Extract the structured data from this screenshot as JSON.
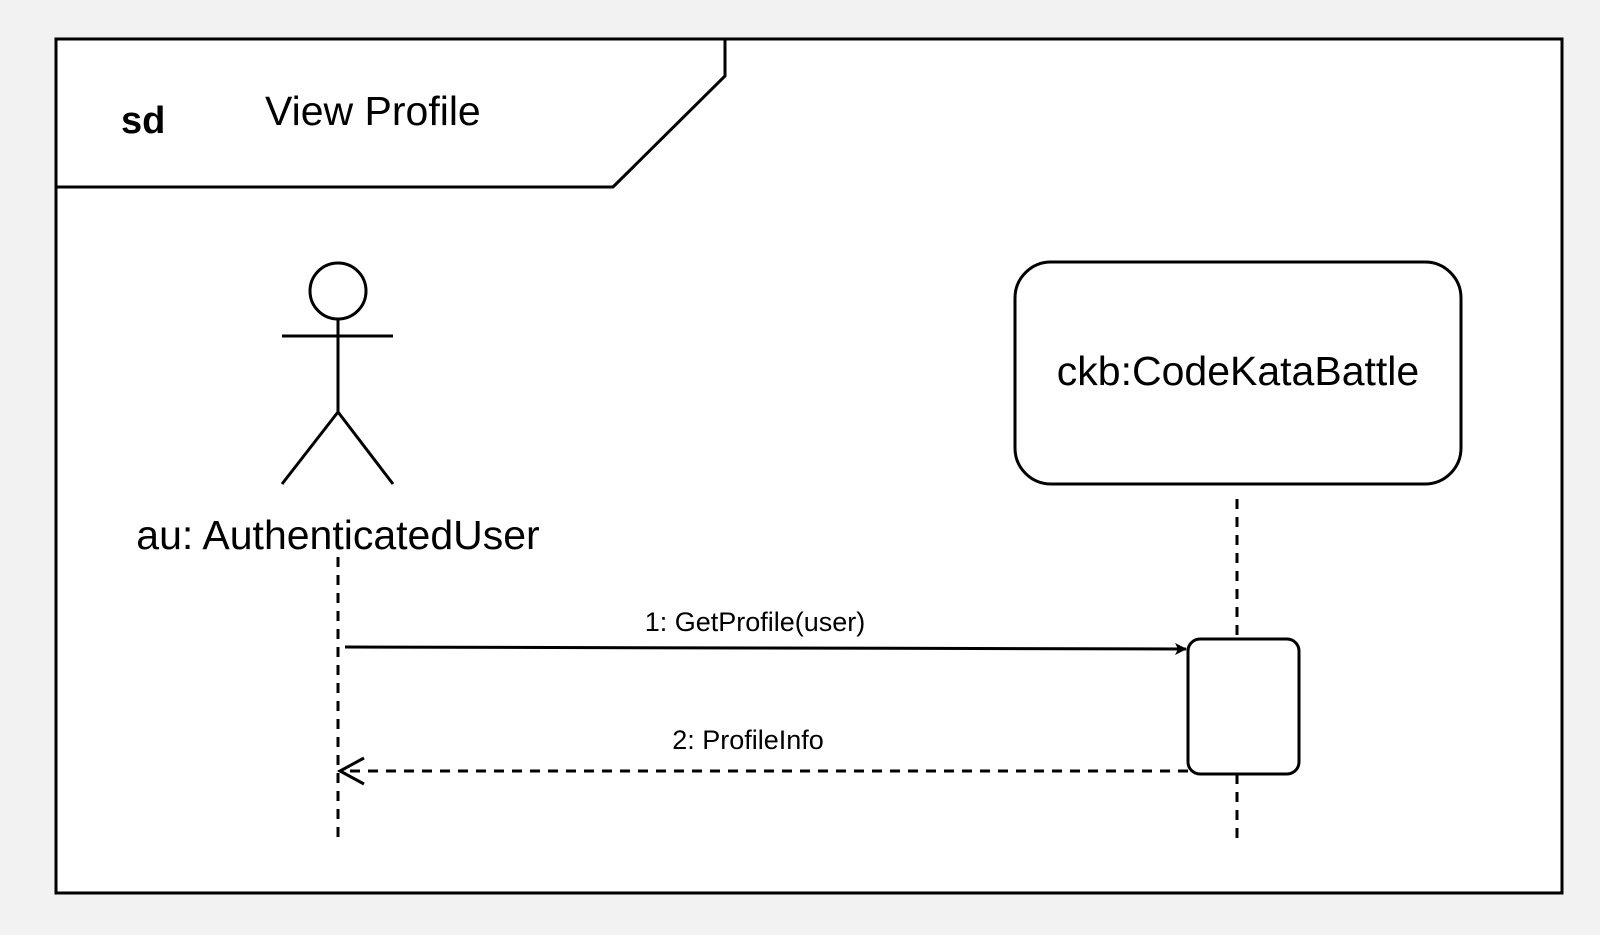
{
  "frame": {
    "keyword": "sd",
    "title": "View Profile"
  },
  "lifelines": {
    "actor": {
      "label": "au: AuthenticatedUser",
      "icon": "stick-figure-actor-icon"
    },
    "object": {
      "label": "ckb:CodeKataBattle"
    }
  },
  "messages": [
    {
      "label": "1: GetProfile(user)",
      "kind": "synchronous"
    },
    {
      "label": "2: ProfileInfo",
      "kind": "reply"
    }
  ],
  "colors": {
    "background": "#f2f2f2",
    "frame_fill": "#ffffff",
    "stroke": "#000000"
  }
}
